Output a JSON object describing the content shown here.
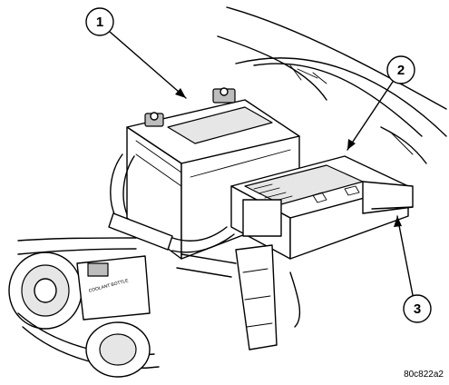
{
  "callouts": [
    {
      "number": "1",
      "target": "battery"
    },
    {
      "number": "2",
      "target": "power distribution center"
    },
    {
      "number": "3",
      "target": "power distribution center cover"
    }
  ],
  "labels": {
    "coolant_bottle": "COOLANT BOTTLE"
  },
  "figure_code": "80c822a2"
}
